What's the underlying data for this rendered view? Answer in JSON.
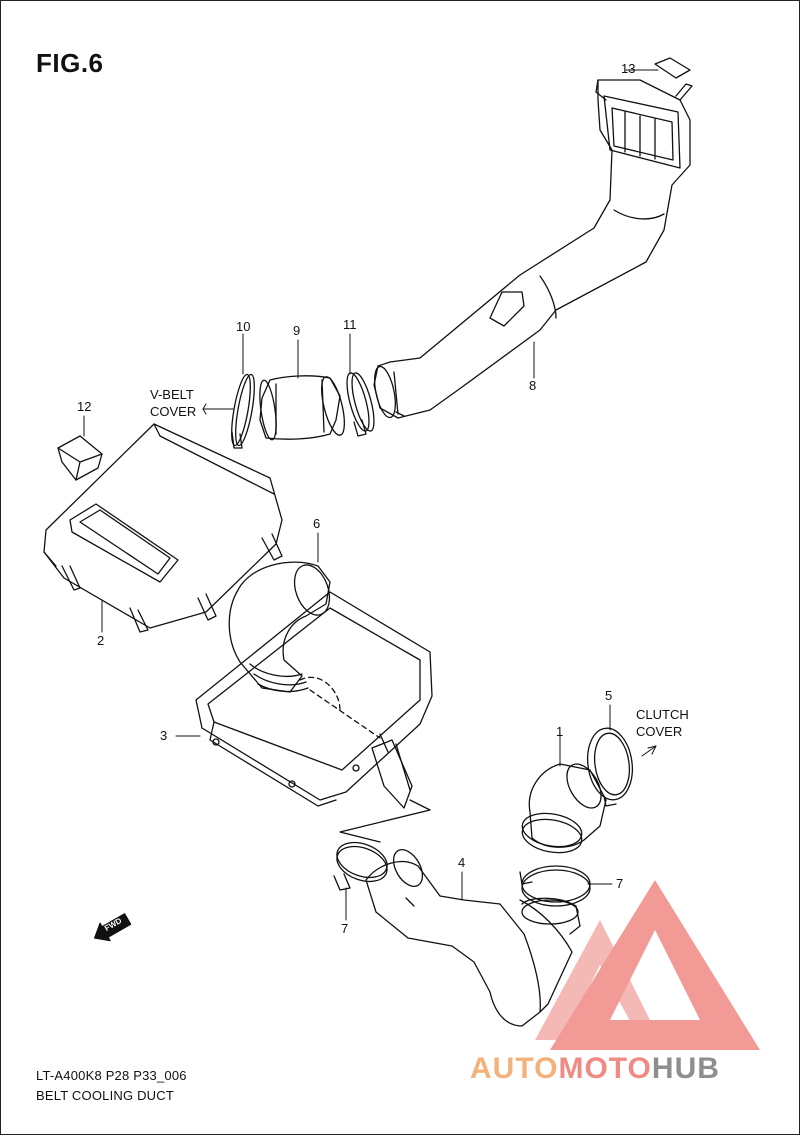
{
  "figure": {
    "title": "FIG.6"
  },
  "callouts": [
    {
      "id": "1",
      "label": "1"
    },
    {
      "id": "2",
      "label": "2"
    },
    {
      "id": "3",
      "label": "3"
    },
    {
      "id": "4",
      "label": "4"
    },
    {
      "id": "5",
      "label": "5"
    },
    {
      "id": "6",
      "label": "6"
    },
    {
      "id": "7a",
      "label": "7"
    },
    {
      "id": "7b",
      "label": "7"
    },
    {
      "id": "8",
      "label": "8"
    },
    {
      "id": "9",
      "label": "9"
    },
    {
      "id": "10",
      "label": "10"
    },
    {
      "id": "11",
      "label": "11"
    },
    {
      "id": "12",
      "label": "12"
    },
    {
      "id": "13",
      "label": "13"
    }
  ],
  "annotations": {
    "vbelt_line1": "V-BELT",
    "vbelt_line2": "COVER",
    "clutch_line1": "CLUTCH",
    "clutch_line2": "COVER",
    "fwd": "FWD"
  },
  "footer": {
    "ref": "LT-A400K8 P28 P33_006",
    "caption": "BELT COOLING DUCT"
  },
  "watermark": {
    "part1": "AUTO",
    "part2": "MOTO",
    "part3": "HUB",
    "colors": {
      "auto": "#f3b17c",
      "moto": "#f08a84",
      "hub": "#8e8e8e",
      "logo": "#f08a84"
    }
  }
}
